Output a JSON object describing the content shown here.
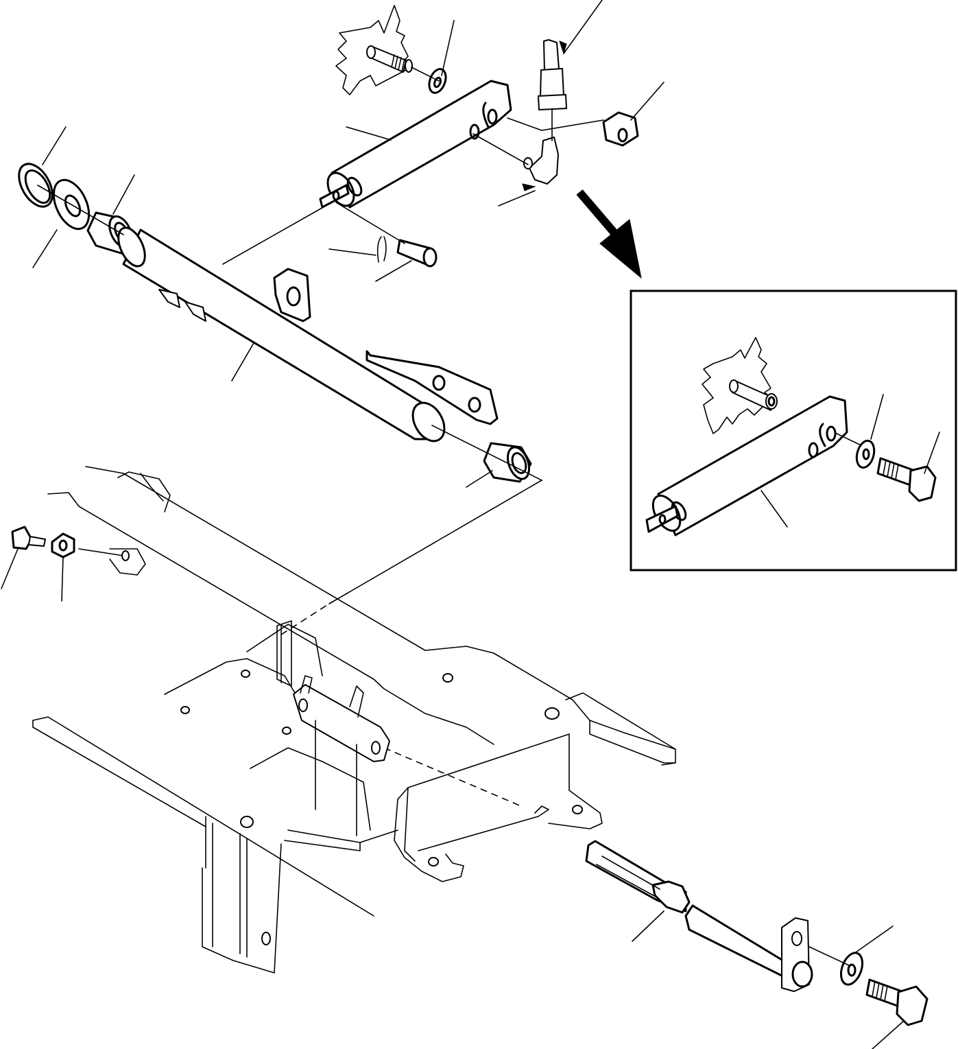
{
  "diagram": {
    "kind": "exploded-parts-drawing",
    "line_color": "#000000",
    "background": "#ffffff",
    "parts": [
      "snap-ring",
      "washer",
      "bushing-left",
      "cross-shaft",
      "bushing-right",
      "pin",
      "cotter-pin",
      "upper-lever",
      "mounting-bolt",
      "washer-upper",
      "elbow-fitting",
      "grease-nipple",
      "nut",
      "inset-lever",
      "inset-washer",
      "inset-bolt",
      "frame",
      "frame-bolt",
      "frame-nut",
      "lower-shaft",
      "lower-washer",
      "lower-bolt"
    ],
    "inset": {
      "present": true
    }
  }
}
